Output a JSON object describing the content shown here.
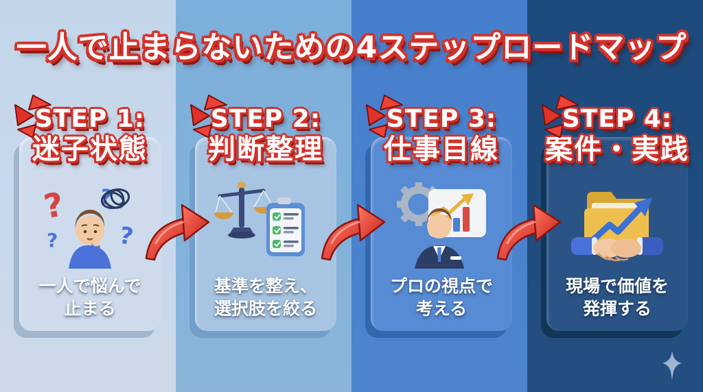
{
  "title": "一人で止まらないための4ステップロードマップ",
  "steps": [
    {
      "label": "STEP 1:",
      "heading": "迷子状態",
      "caption_line1": "一人で悩んで",
      "caption_line2": "止まる",
      "icon": "confused-person-icon"
    },
    {
      "label": "STEP 2:",
      "heading": "判断整理",
      "caption_line1": "基準を整え、",
      "caption_line2": "選択肢を絞る",
      "icon": "balance-scale-checklist-icon"
    },
    {
      "label": "STEP 3:",
      "heading": "仕事目線",
      "caption_line1": "プロの視点で",
      "caption_line2": "考える",
      "icon": "professional-chart-icon"
    },
    {
      "label": "STEP 4:",
      "heading": "案件・実践",
      "caption_line1": "現場で価値を",
      "caption_line2": "発揮する",
      "icon": "handshake-folder-icon"
    }
  ],
  "decorations": {
    "arrow_icon": "curved-right-arrow-icon",
    "burst_icon": "emphasis-burst-icon",
    "sparkle_icon": "sparkle-star-icon"
  },
  "colors": {
    "column1_bg": "#c8d9ec",
    "column2_bg": "#82b2da",
    "column3_bg": "#4a82cd",
    "column4_bg": "#1f4c7e",
    "card1_bg": "#cddbec",
    "card2_bg": "#a7c5e2",
    "card3_bg": "#578bd3",
    "card4_bg": "#2b5486",
    "accent_red": "#d3332c",
    "accent_red_dark": "#9a1c14",
    "text_white": "#ffffff"
  }
}
